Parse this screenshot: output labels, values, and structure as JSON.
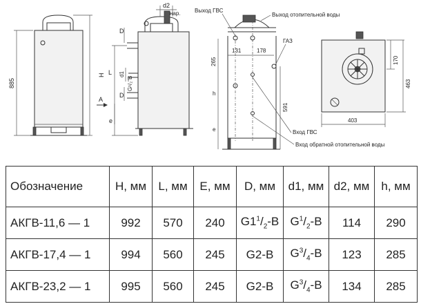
{
  "drawing_labels": {
    "dim_885": "885",
    "dim_H": "H",
    "arrow_A": "A",
    "dim_d2": "d2",
    "dim_nar": "нар.",
    "dim_D_top": "D",
    "dim_L": "L",
    "dim_d1": "d1",
    "dim_g_half": "G¹/₂\"B",
    "dim_D_mid": "D",
    "dim_e_side": "e",
    "label_gvs_out": "Выход ГВС",
    "label_heat_out": "Выход отопительной воды",
    "label_gas": "ГАЗ",
    "dim_131": "131",
    "dim_178": "178",
    "dim_265": "265",
    "dim_h": "h",
    "dim_591": "591",
    "dim_e_front": "e",
    "label_gvs_in": "Вход ГВС",
    "label_return": "Вход обратной отопительной воды",
    "dim_170": "170",
    "dim_463": "463",
    "dim_403": "403"
  },
  "table": {
    "headers": [
      "Обозначение",
      "H, мм",
      "L, мм",
      "E, мм",
      "D, мм",
      "d1, мм",
      "d2, мм",
      "h, мм"
    ],
    "rows": [
      {
        "name": "АКГВ-11,6 — 1",
        "H": "992",
        "L": "570",
        "E": "240",
        "D_main": "G1",
        "D_sup": "1",
        "D_sub": "2",
        "D_tail": "-B",
        "d1_main": "G",
        "d1_sup": "1",
        "d1_sub": "2",
        "d1_tail": "-B",
        "d2": "114",
        "h": "290"
      },
      {
        "name": "АКГВ-17,4 — 1",
        "H": "994",
        "L": "560",
        "E": "245",
        "D_main": "G2-B",
        "D_sup": "",
        "D_sub": "",
        "D_tail": "",
        "d1_main": "G",
        "d1_sup": "3",
        "d1_sub": "4",
        "d1_tail": "-B",
        "d2": "123",
        "h": "285"
      },
      {
        "name": "АКГВ-23,2 — 1",
        "H": "995",
        "L": "560",
        "E": "245",
        "D_main": "G2-B",
        "D_sup": "",
        "D_sub": "",
        "D_tail": "",
        "d1_main": "G",
        "d1_sup": "3",
        "d1_sub": "4",
        "d1_tail": "-B",
        "d2": "134",
        "h": "285"
      }
    ]
  }
}
